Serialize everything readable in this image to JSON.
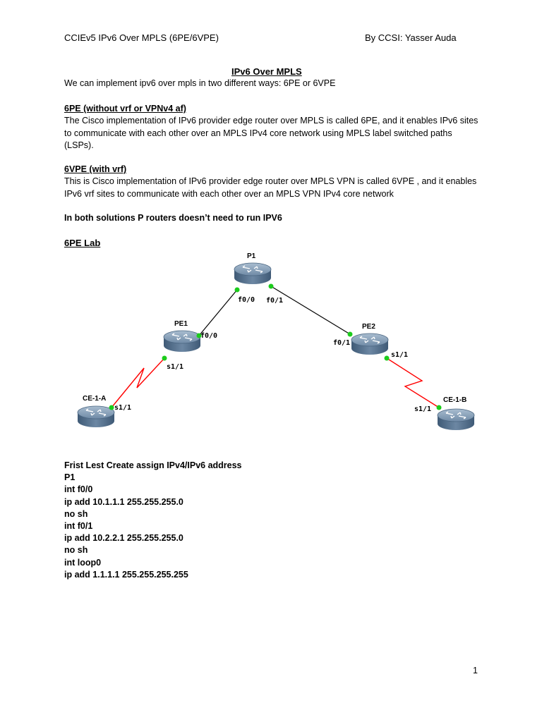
{
  "header": {
    "left": "CCIEv5 IPv6 Over MPLS (6PE/6VPE)",
    "right": "By CCSI: Yasser Auda"
  },
  "title": "IPv6 Over MPLS",
  "intro": "We can implement ipv6 over mpls in two different ways: 6PE or 6VPE",
  "sections": {
    "sixpe": {
      "heading": "6PE  (without vrf or VPNv4 af)",
      "body": "The Cisco implementation of IPv6 provider edge router over MPLS is called 6PE, and it enables IPv6 sites to communicate with each other over an MPLS IPv4 core network using MPLS label switched paths (LSPs)."
    },
    "sixvpe": {
      "heading": "6VPE (with vrf)",
      "body": "This is Cisco implementation of IPv6 provider edge router over MPLS VPN is called 6VPE , and it enables IPv6 vrf sites to communicate with each other over an MPLS VPN IPv4 core network"
    }
  },
  "note": "In both solutions P routers doesn’t need to run IPV6",
  "lab_heading": "6PE Lab",
  "diagram": {
    "routers": {
      "p1": "P1",
      "pe1": "PE1",
      "pe2": "PE2",
      "ce1a": "CE-1-A",
      "ce1b": "CE-1-B"
    },
    "interfaces": {
      "p1_f00": "f0/0",
      "p1_f01": "f0/1",
      "pe1_f00": "f0/0",
      "pe1_s11": "s1/1",
      "pe2_f01": "f0/1",
      "pe2_s11": "s1/1",
      "ce1a_s11": "s1/1",
      "ce1b_s11": "s1/1"
    },
    "colors": {
      "ethernet_link": "#000000",
      "serial_link": "#ff0000",
      "port_dot": "#1ccc1c"
    }
  },
  "config": {
    "intro": "Frist Lest Create assign IPv4/IPv6 address",
    "lines": [
      "P1",
      "int f0/0",
      "ip add 10.1.1.1 255.255.255.0",
      "no sh",
      "int f0/1",
      "ip add 10.2.2.1 255.255.255.0",
      "no sh",
      "int loop0",
      "ip add 1.1.1.1 255.255.255.255"
    ]
  },
  "page_number": "1"
}
